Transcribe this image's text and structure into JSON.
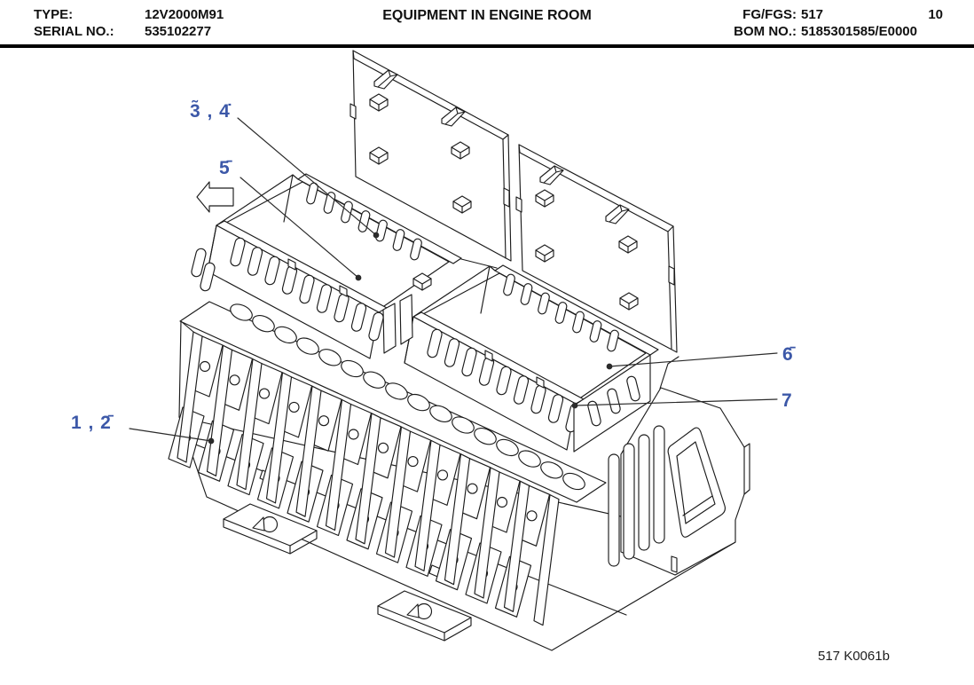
{
  "header": {
    "type_label": "TYPE:",
    "type_value": "12V2000M91",
    "serial_label": "SERIAL NO.:",
    "serial_value": "535102277",
    "title": "EQUIPMENT IN ENGINE ROOM",
    "fg_label": "FG/FGS:",
    "fg_value": "517",
    "page_number": "10",
    "bom_label": "BOM NO.:",
    "bom_value": "5185301585/E0000"
  },
  "figure": {
    "code": "517 K0061b",
    "view_arrow_direction": "left",
    "callouts": {
      "c34": "3̃ , 4̇",
      "c5": "5̄",
      "c6": "6̄",
      "c7": "7",
      "c12": "1 , 2̄"
    }
  },
  "colors": {
    "callout_blue": "#3c58a8",
    "line_color": "#1c1c1c"
  }
}
